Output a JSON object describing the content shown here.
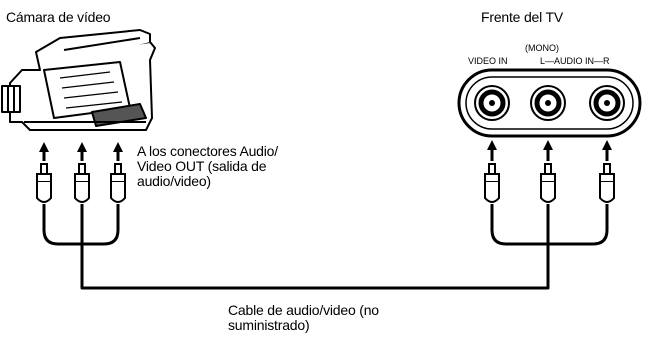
{
  "camera": {
    "title": "Cámara de vídeo"
  },
  "tv": {
    "title": "Frente del TV",
    "mono_label": "(MONO)",
    "video_in_label": "VIDEO  IN",
    "audio_label": "L—AUDIO  IN—R"
  },
  "connectors_note": {
    "line1": "A los conectores Audio/",
    "line2": "Video OUT (salida de",
    "line3": "audio/video)"
  },
  "cable_note": {
    "line1": "Cable de audio/video (no",
    "line2": "suministrado)"
  }
}
